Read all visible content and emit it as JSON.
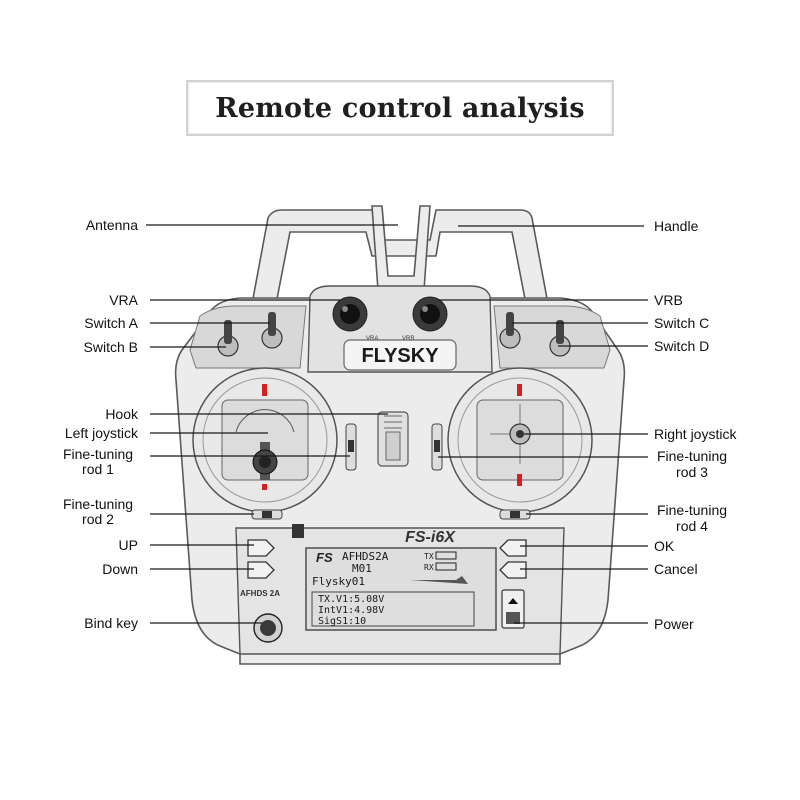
{
  "title": "Remote control analysis",
  "device": {
    "brand": "FLYSKY",
    "model": "FS-i6X",
    "screen": {
      "protocol": "AFHDS2A",
      "model_slot": "M01",
      "tx_label": "TX",
      "rx_label": "RX",
      "model_name": "Flysky01",
      "tx_voltage": "TX.V1:5.08V",
      "int_voltage": "IntV1:4.98V",
      "signal": "SigS1:10"
    },
    "small_labels": {
      "vra": "VRA",
      "vrb": "VRB",
      "side": "AFHDS 2A"
    }
  },
  "labels": {
    "left": {
      "antenna": "Antenna",
      "vra": "VRA",
      "switch_a": "Switch A",
      "switch_b": "Switch B",
      "hook": "Hook",
      "left_joystick": "Left joystick",
      "fine_tuning_1_line1": "Fine-tuning",
      "fine_tuning_1_line2": "rod 1",
      "fine_tuning_2_line1": "Fine-tuning",
      "fine_tuning_2_line2": "rod 2",
      "up": "UP",
      "down": "Down",
      "bind_key": "Bind key"
    },
    "right": {
      "handle": "Handle",
      "vrb": "VRB",
      "switch_c": "Switch C",
      "switch_d": "Switch D",
      "right_joystick": "Right joystick",
      "fine_tuning_3_line1": "Fine-tuning",
      "fine_tuning_3_line2": "rod 3",
      "fine_tuning_4_line1": "Fine-tuning",
      "fine_tuning_4_line2": "rod 4",
      "ok": "OK",
      "cancel": "Cancel",
      "power": "Power"
    }
  },
  "colors": {
    "accent_marks": "#d42020",
    "body": "#ececec",
    "outline": "#555555"
  }
}
